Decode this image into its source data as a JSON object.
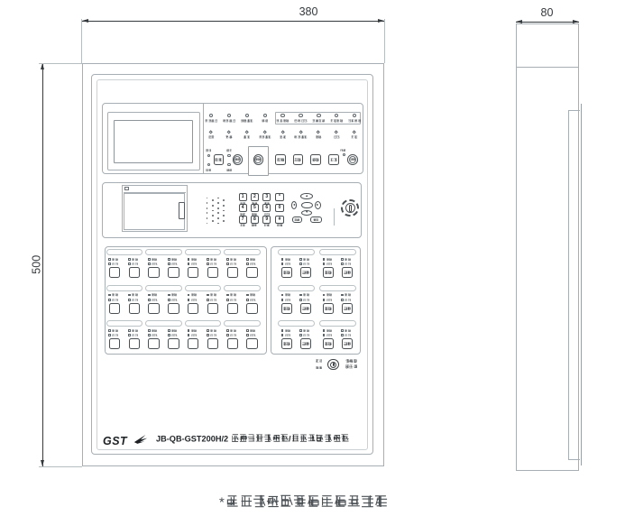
{
  "colors": {
    "line": "#a8afb4",
    "line_dark": "#565c61",
    "ink": "#34393d",
    "text_dark": "#2b2f33"
  },
  "drawing": {
    "front_width_mm": "380",
    "front_height_mm": "500",
    "side_depth_mm": "80",
    "caption": "*直接控制盘以实际实物为准",
    "brand_logo": "GST",
    "model_label": "JB-QB-GST200H/2 火灾报警控制器/消防联动控制器"
  },
  "indicator_panel": {
    "row1_leds": [
      "主电工作",
      "备电工作",
      "系统故障",
      "自检"
    ],
    "row1_boxed_leds": [
      "输出启动",
      "设备反馈",
      "请求确认",
      "延时启动",
      "气体释放"
    ],
    "row2_leds": [
      "火警",
      "监管",
      "故障",
      "主电故障",
      "屏蔽",
      "备电故障",
      "启动",
      "反馈",
      "延时"
    ],
    "mute_button": {
      "label": "消音",
      "led_top": "警报",
      "led_bottom": "消音"
    },
    "selftest_button": {
      "label": "自检",
      "led_top": "检查",
      "led_bottom": "自检"
    },
    "boxed_button": {
      "label": "启动"
    },
    "function_buttons": [
      "复位",
      "手动",
      "自动",
      "查询"
    ],
    "stop_button": {
      "label": "停止",
      "led_label": "开锁"
    }
  },
  "keypad": {
    "keys": [
      {
        "key": "1",
        "label": "火警"
      },
      {
        "key": "2",
        "label": "监管"
      },
      {
        "key": "3",
        "label": "故障"
      },
      {
        "key": "*",
        "label": ""
      },
      {
        "key": "4",
        "label": "屏蔽"
      },
      {
        "key": "5",
        "label": "启动"
      },
      {
        "key": "6",
        "label": "反馈"
      },
      {
        "key": "0",
        "label": ""
      },
      {
        "key": "7",
        "label": "延时"
      },
      {
        "key": "8",
        "label": "打印"
      },
      {
        "key": "9",
        "label": "记录"
      },
      {
        "key": "#",
        "label": "复位"
      }
    ],
    "confirm_label": "确认",
    "cancel_label": "取消"
  },
  "direct_control": {
    "left_panel": {
      "columns": 8,
      "rows": 3,
      "led1_label": "启动",
      "led2_label": "反馈"
    },
    "right_panel": {
      "columns": 4,
      "rows": 3,
      "led1_label": "启动",
      "led2_label": "反馈",
      "button_labels": [
        "启动",
        "停止",
        "启动",
        "停止"
      ]
    },
    "lock": {
      "allow_label": "允许",
      "deny_label": "禁止",
      "name_line1": "控制盘",
      "name_line2": "操作锁"
    }
  }
}
